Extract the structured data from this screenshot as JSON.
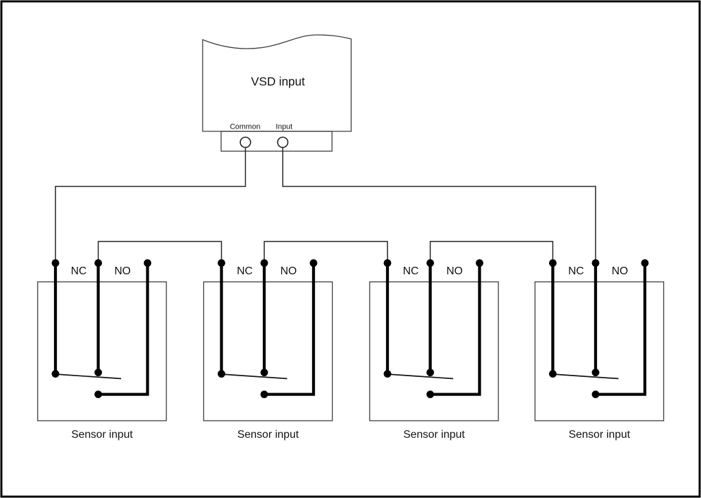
{
  "colors": {
    "background": "#ffffff",
    "line": "#222222",
    "thick_line": "#000000",
    "frame": "#000000"
  },
  "vsd_unit": {
    "label": "VSD input",
    "terminals": [
      {
        "label": "Common"
      },
      {
        "label": "Input"
      }
    ]
  },
  "sensors": [
    {
      "nc_label": "NC",
      "no_label": "NO",
      "label": "Sensor input"
    },
    {
      "nc_label": "NC",
      "no_label": "NO",
      "label": "Sensor input"
    },
    {
      "nc_label": "NC",
      "no_label": "NO",
      "label": "Sensor input"
    },
    {
      "nc_label": "NC",
      "no_label": "NO",
      "label": "Sensor input"
    }
  ]
}
